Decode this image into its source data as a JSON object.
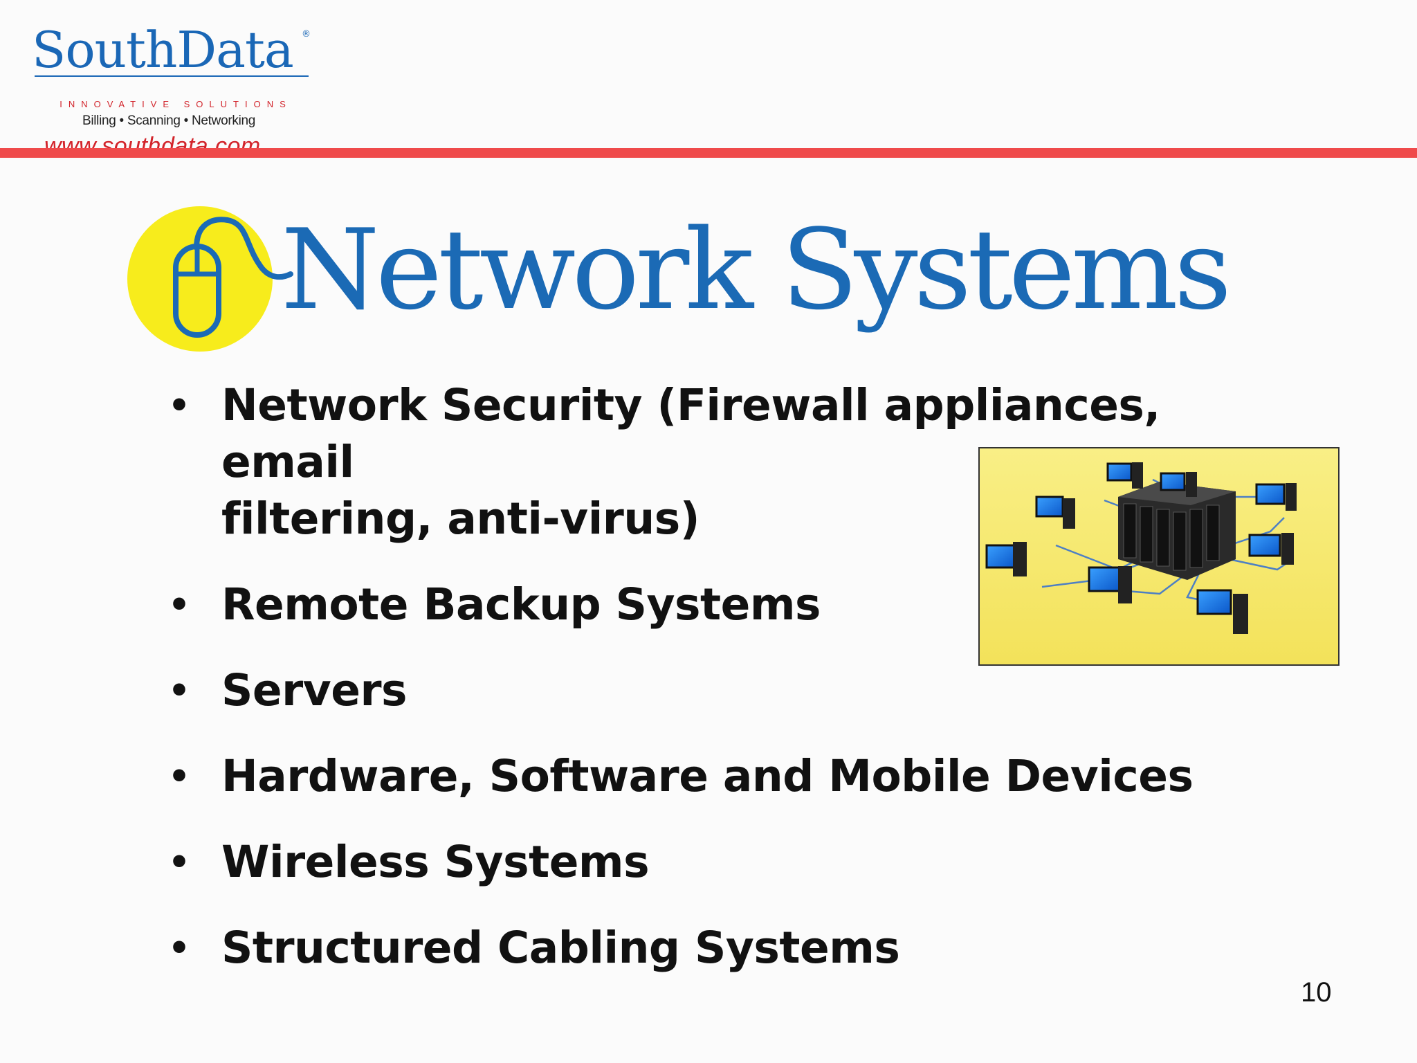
{
  "logo": {
    "name": "SouthData",
    "registered": "®",
    "tagline": "INNOVATIVE SOLUTIONS",
    "services": "Billing • Scanning • Networking",
    "url": "www.southdata.com"
  },
  "title": "Network Systems",
  "bullet_symbol": "•",
  "bullets": [
    {
      "line1": "Network Security (Firewall appliances, email",
      "line2": "filtering, anti-virus)"
    },
    {
      "text": "Remote Backup Systems"
    },
    {
      "text": "Servers"
    },
    {
      "text": "Hardware, Software and Mobile Devices"
    },
    {
      "text": "Wireless Systems"
    },
    {
      "text": "Structured Cabling Systems"
    }
  ],
  "page_number": "10",
  "colors": {
    "brand_blue": "#1b6ab5",
    "accent_red": "#ef4a4b",
    "logo_circle_yellow": "#f7ec1c",
    "image_background": "#f8ec73"
  },
  "icons": [
    "computer-mouse-icon",
    "server-rack-icon",
    "desktop-computer-icon"
  ]
}
